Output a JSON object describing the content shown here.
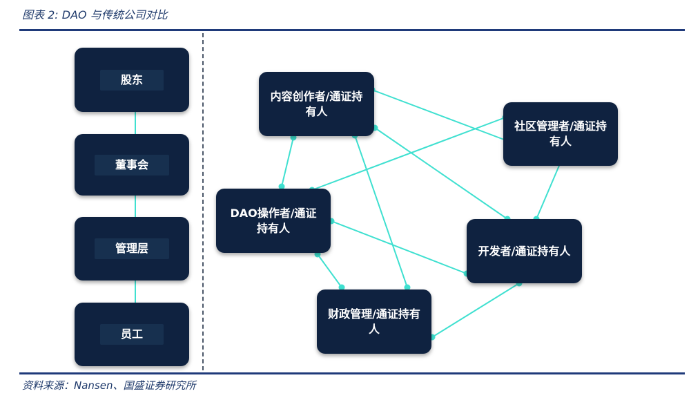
{
  "caption": "图表 2:  DAO 与传统公司对比",
  "source": "资料来源：Nansen、国盛证券研究所",
  "colors": {
    "node_fill": "#0f2240",
    "connector": "#3fe0d0",
    "rule": "#1f3a7a"
  },
  "hierarchy": [
    "股东",
    "董事会",
    "管理层",
    "员工"
  ],
  "dao": {
    "creator": "内容创作者/通证持有人",
    "community": "社区管理者/通证持有人",
    "operator": "DAO操作者/通证持有人",
    "developer": "开发者/通证持有人",
    "finance": "财政管理/通证持有人"
  }
}
